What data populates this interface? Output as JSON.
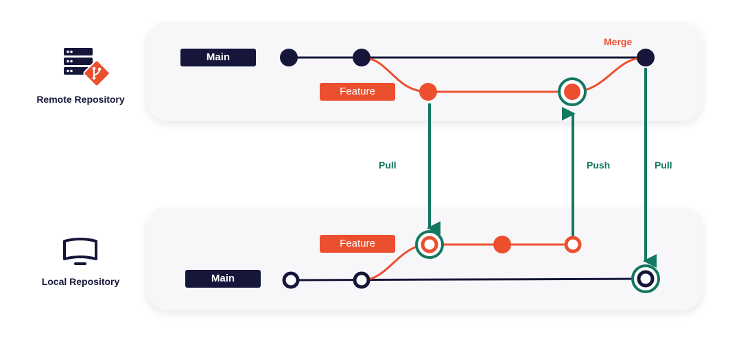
{
  "remote": {
    "label": "Remote Repository",
    "main_label": "Main",
    "feature_label": "Feature",
    "merge_label": "Merge"
  },
  "local": {
    "label": "Local Repository",
    "main_label": "Main",
    "feature_label": "Feature"
  },
  "operations": {
    "pull_left": "Pull",
    "push": "Push",
    "pull_right": "Pull"
  },
  "colors": {
    "main": "#15163a",
    "feature": "#ec4f2e",
    "sync": "#12785f",
    "panel": "#f7f7fa"
  },
  "icons": {
    "remote": "server-git-icon",
    "local": "monitor-icon"
  }
}
